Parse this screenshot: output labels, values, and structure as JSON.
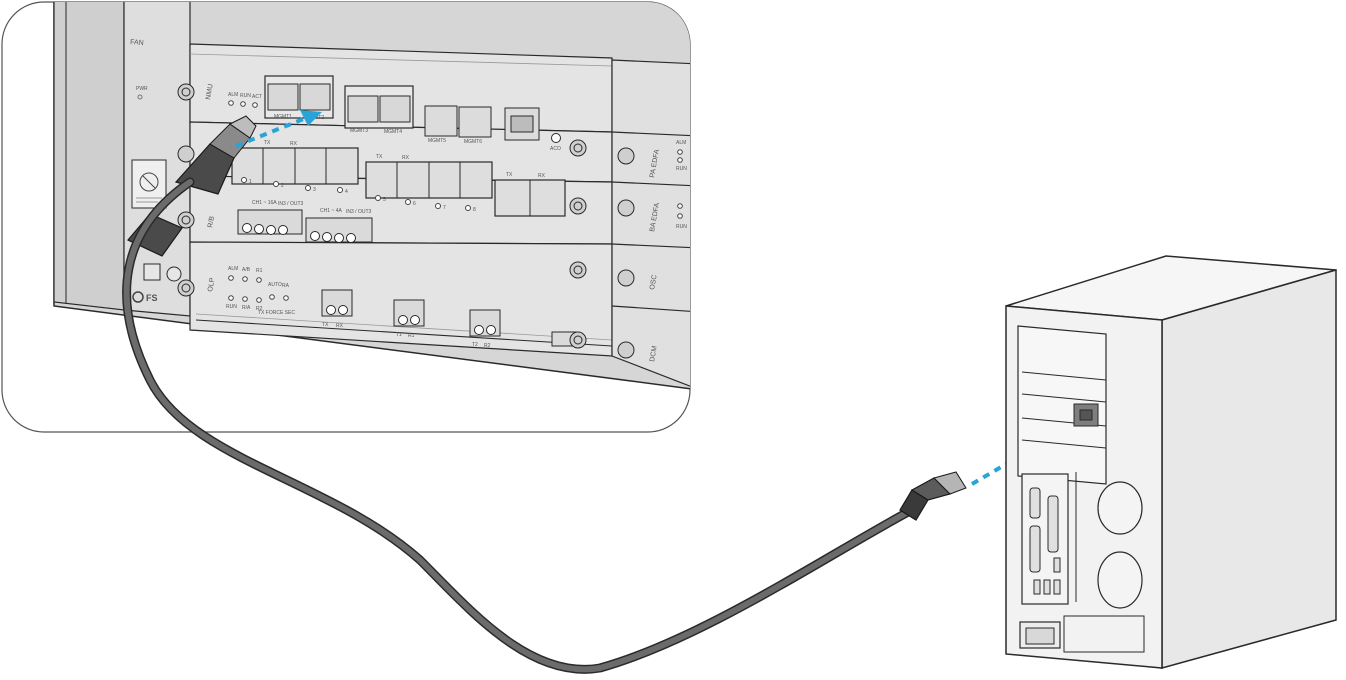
{
  "chassis": {
    "fan_label": "FAN",
    "pwr_label": "PWR",
    "brand": "FS",
    "modules": {
      "nmu": {
        "name": "NMU",
        "leds": [
          "ALM",
          "RUN",
          "ACT"
        ],
        "ports": [
          "MGMT1",
          "MGMT2",
          "MGMT3",
          "MGMT4"
        ],
        "small_labels": [
          "MGMT5",
          "MGMT6"
        ],
        "aco": "ACO"
      },
      "middle_module": {
        "led_numbers": [
          "1",
          "2",
          "3",
          "4",
          "5",
          "6",
          "7",
          "8"
        ],
        "port_labels": [
          "TX",
          "RX",
          "TX",
          "RX",
          "TX",
          "RX"
        ]
      },
      "rb": {
        "name": "R/B",
        "port_labels": [
          "CH1 ~ 16A",
          "IN3 / OUT3",
          "CH1 ~ 4A",
          "IN3 / OUT3"
        ]
      },
      "olp": {
        "name": "OLP",
        "leds": [
          "ALM",
          "A/B",
          "R1",
          "RUN",
          "R/A",
          "R2"
        ],
        "auto_label": "AUTO",
        "ra_label": "RA",
        "force_label": "TX FORCE SEC",
        "port_labels": [
          "TX",
          "RX",
          "T1",
          "R1",
          "T2",
          "R2"
        ]
      },
      "side_modules": [
        "PA EDFA",
        "BA EDFA",
        "OSC",
        "DCM"
      ],
      "edfa_leds": [
        "ALM",
        "RUN"
      ]
    }
  },
  "colors": {
    "cable": "#6b6b6b",
    "arrow": "#2aa3d6",
    "panel_fill": "#e4e4e4",
    "outline": "#2a2a2a",
    "chassis_frame": "#d3d3d3"
  }
}
